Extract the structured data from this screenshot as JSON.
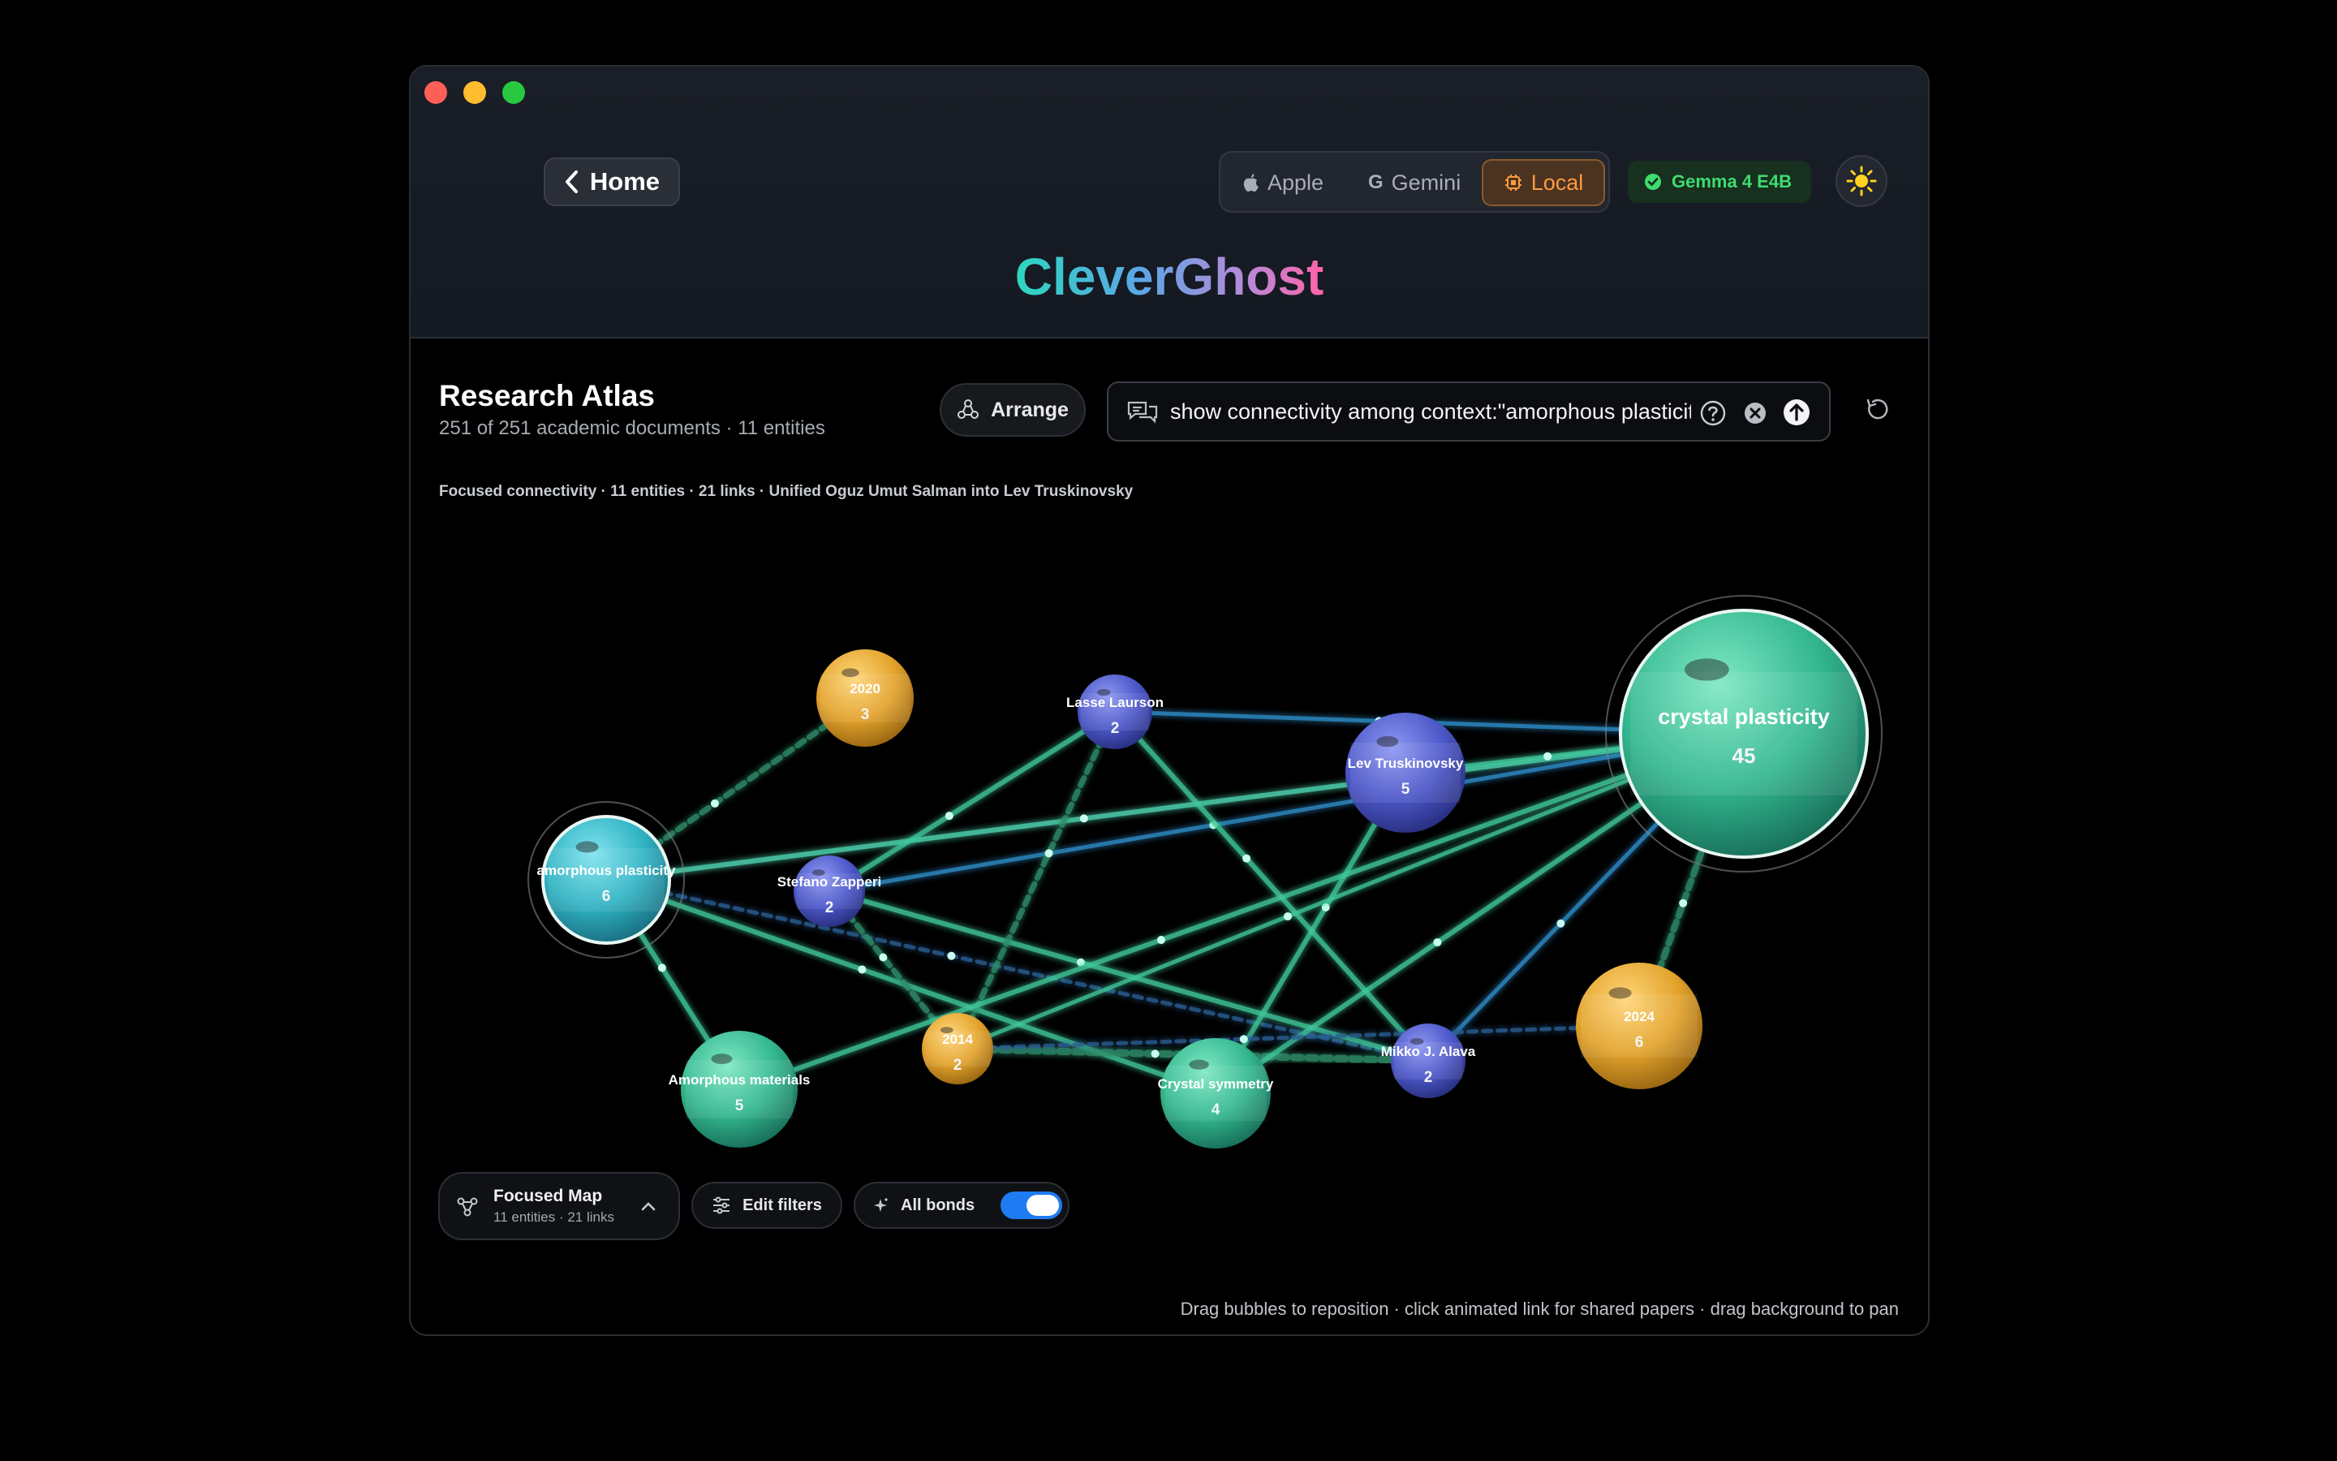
{
  "window": {
    "home_label": "Home",
    "providers": [
      {
        "label": "Apple",
        "icon": "apple-icon"
      },
      {
        "label": "Gemini",
        "icon": "g-icon"
      },
      {
        "label": "Local",
        "icon": "chip-icon",
        "selected": true
      }
    ],
    "model_badge": "Gemma 4 E4B",
    "brand": "CleverGhost",
    "theme_icon": "sun-icon"
  },
  "atlas": {
    "title": "Research Atlas",
    "subtitle": "251 of 251 academic documents · 11 entities",
    "arrange_label": "Arrange",
    "query": "show connectivity among context:\"amorphous plasticity\"",
    "focus_line": "Focused connectivity · 11 entities · 21 links · Unified Oguz Umut Salman into Lev Truskinovsky"
  },
  "graph": {
    "nodes": [
      {
        "id": "n2020",
        "label": "2020",
        "count": "3",
        "kind": "year"
      },
      {
        "id": "lasse",
        "label": "Lasse Laurson",
        "count": "2",
        "kind": "person"
      },
      {
        "id": "lev",
        "label": "Lev Truskinovsky",
        "count": "5",
        "kind": "person"
      },
      {
        "id": "crystal",
        "label": "crystal plasticity",
        "count": "45",
        "kind": "context"
      },
      {
        "id": "amorph",
        "label": "amorphous plasticity",
        "count": "6",
        "kind": "focus"
      },
      {
        "id": "stefano",
        "label": "Stefano Zapperi",
        "count": "2",
        "kind": "person"
      },
      {
        "id": "n2014",
        "label": "2014",
        "count": "2",
        "kind": "year"
      },
      {
        "id": "materials",
        "label": "Amorphous materials",
        "count": "5",
        "kind": "topic"
      },
      {
        "id": "symmetry",
        "label": "Crystal symmetry",
        "count": "4",
        "kind": "topic"
      },
      {
        "id": "mikko",
        "label": "Mikko J. Alava",
        "count": "2",
        "kind": "person"
      },
      {
        "id": "n2024",
        "label": "2024",
        "count": "6",
        "kind": "year"
      }
    ]
  },
  "controls": {
    "focus_title": "Focused Map",
    "focus_sub": "11 entities · 21 links",
    "filters_label": "Edit filters",
    "bonds_label": "All bonds",
    "bonds_on": true
  },
  "hint": "Drag bubbles to reposition · click animated link for shared papers · drag background to pan",
  "colors": {
    "green": "#36c39a",
    "blue": "#5562d8",
    "gold": "#e8ae35",
    "teal": "#33b8c8",
    "accent_local": "#ff9b3d"
  }
}
